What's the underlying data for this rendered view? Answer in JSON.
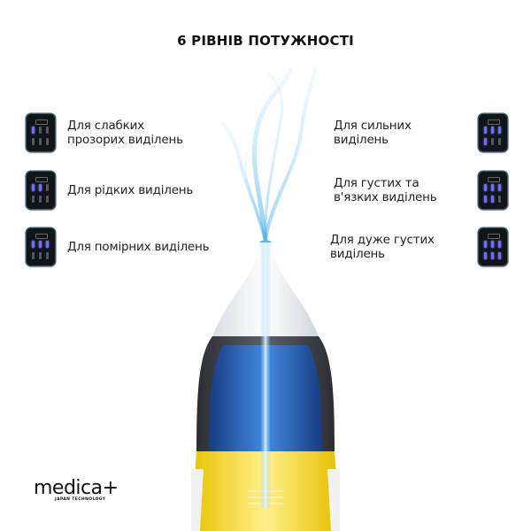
{
  "title": "6 РІВНІВ ПОТУЖНОСТІ",
  "levels_left": [
    {
      "level": 1,
      "label_lines": [
        "Для слабких",
        "прозорих виділень"
      ],
      "active_bars": 1
    },
    {
      "level": 2,
      "label_lines": [
        "Для рідких виділень"
      ],
      "active_bars": 2
    },
    {
      "level": 3,
      "label_lines": [
        "Для помірних виділень"
      ],
      "active_bars": 3
    }
  ],
  "levels_right": [
    {
      "level": 4,
      "label_lines": [
        "Для сильних",
        "виділень"
      ],
      "active_bars": 4
    },
    {
      "level": 5,
      "label_lines": [
        "Для густих та",
        "в'язких виділень"
      ],
      "active_bars": 5
    },
    {
      "level": 6,
      "label_lines": [
        "Для дуже густих",
        "виділень"
      ],
      "active_bars": 6
    }
  ],
  "logo": {
    "brand": "medica+",
    "tagline": "JAPAN TECHNOLOGY"
  },
  "colors": {
    "accent_bar": "#6e6cff",
    "device_body": "#111419",
    "mist": "#5ab8ec",
    "product_yellow": "#f2d21e",
    "product_blue": "#1f5fc8"
  }
}
